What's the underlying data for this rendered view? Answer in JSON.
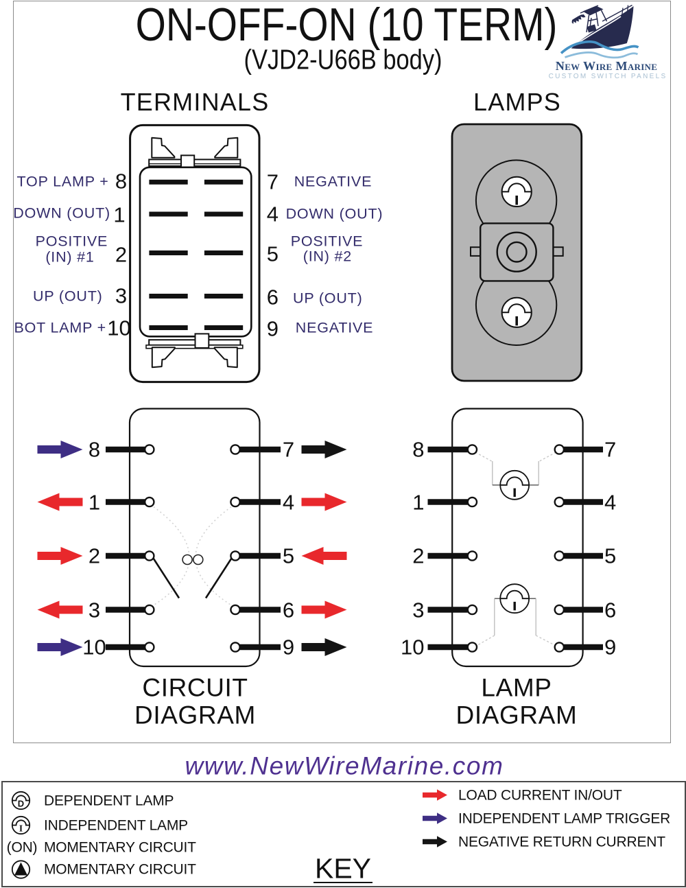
{
  "header": {
    "title": "ON-OFF-ON (10 TERM)",
    "subtitle": "(VJD2-U66B body)"
  },
  "logo": {
    "brand": "New Wire Marine",
    "tagline": "CUSTOM SWITCH PANELS",
    "icon": "sportfish-boat-over-waves"
  },
  "terminals": {
    "heading": "TERMINALS",
    "left": [
      {
        "label": "TOP LAMP +",
        "pin": "8"
      },
      {
        "label": "DOWN (OUT)",
        "pin": "1"
      },
      {
        "label": "POSITIVE",
        "label2": "(IN) #1",
        "pin": "2"
      },
      {
        "label": "UP (OUT)",
        "pin": "3"
      },
      {
        "label": "BOT LAMP +",
        "pin": "10"
      }
    ],
    "right": [
      {
        "pin": "7",
        "label": "NEGATIVE"
      },
      {
        "pin": "4",
        "label": "DOWN (OUT)"
      },
      {
        "pin": "5",
        "label": "POSITIVE",
        "label2": "(IN) #2"
      },
      {
        "pin": "6",
        "label": "UP (OUT)"
      },
      {
        "pin": "9",
        "label": "NEGATIVE"
      }
    ]
  },
  "lamps": {
    "heading": "LAMPS"
  },
  "circuit_diagram": {
    "caption_line1": "CIRCUIT",
    "caption_line2": "DIAGRAM",
    "left_pins": [
      "8",
      "1",
      "2",
      "3",
      "10"
    ],
    "right_pins": [
      "7",
      "4",
      "5",
      "6",
      "9"
    ],
    "left_arrows": [
      {
        "meaning": "independent lamp trigger",
        "color": "purple",
        "direction": "right"
      },
      {
        "meaning": "load current out",
        "color": "red",
        "direction": "left"
      },
      {
        "meaning": "load current in",
        "color": "red",
        "direction": "right"
      },
      {
        "meaning": "load current out",
        "color": "red",
        "direction": "left"
      },
      {
        "meaning": "independent lamp trigger",
        "color": "purple",
        "direction": "right"
      }
    ],
    "right_arrows": [
      {
        "meaning": "negative return current",
        "color": "black",
        "direction": "right"
      },
      {
        "meaning": "load current out",
        "color": "red",
        "direction": "right"
      },
      {
        "meaning": "load current in",
        "color": "red",
        "direction": "left"
      },
      {
        "meaning": "load current out",
        "color": "red",
        "direction": "right"
      },
      {
        "meaning": "negative return current",
        "color": "black",
        "direction": "right"
      }
    ]
  },
  "lamp_diagram": {
    "caption_line1": "LAMP",
    "caption_line2": "DIAGRAM",
    "left_pins": [
      "8",
      "1",
      "2",
      "3",
      "10"
    ],
    "right_pins": [
      "7",
      "4",
      "5",
      "6",
      "9"
    ]
  },
  "website": "www.NewWireMarine.com",
  "key": {
    "heading": "KEY",
    "left_items": [
      {
        "icon": "dependent-lamp-icon",
        "icon_letter": "D",
        "label": "DEPENDENT LAMP"
      },
      {
        "icon": "independent-lamp-icon",
        "icon_letter": "I",
        "label": "INDEPENDENT LAMP"
      },
      {
        "icon": "(ON)",
        "label": "MOMENTARY CIRCUIT"
      },
      {
        "icon": "momentary-triangle-icon",
        "label": "MOMENTARY CIRCUIT"
      }
    ],
    "right_items": [
      {
        "icon": "red-arrow",
        "label": "LOAD CURRENT IN/OUT"
      },
      {
        "icon": "purple-arrow",
        "label": "INDEPENDENT LAMP TRIGGER"
      },
      {
        "icon": "black-arrow",
        "label": "NEGATIVE RETURN CURRENT"
      }
    ]
  },
  "colors": {
    "label-purple": "#332c6b",
    "url-purple": "#4f3190",
    "arrow-red": "#e8282c",
    "arrow-purple": "#3e2e84",
    "arrow-black": "#141414",
    "switch-gray": "#b5b5b5",
    "frame-gray": "#8a8a8a",
    "brand-blue": "#2c4a78",
    "tagline-blue": "#a9c0d2",
    "hull-navy": "#272b4e",
    "wave-dark": "#4592c5",
    "wave-light": "#8cbcdb"
  }
}
